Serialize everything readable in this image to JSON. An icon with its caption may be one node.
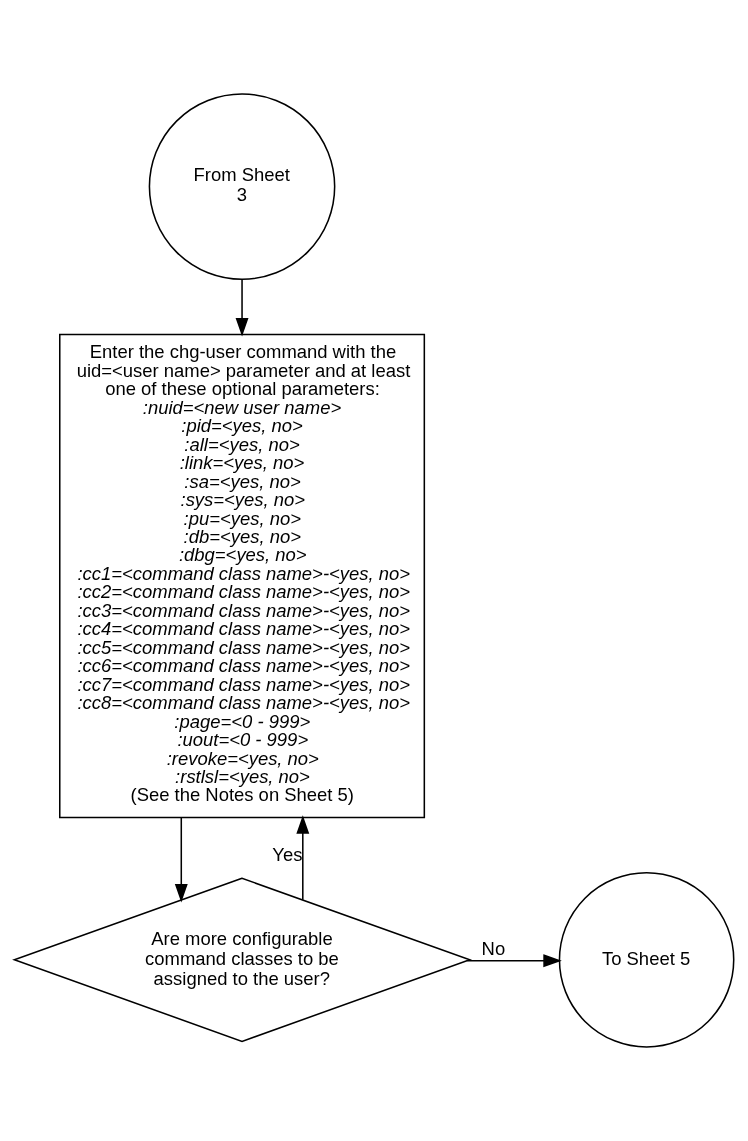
{
  "diagram": {
    "nodes": [
      {
        "text": [
          "From Sheet 3"
        ]
      },
      {
        "text": [
          "Enter the chg-user command with the uid=<user name> parameter and at least one of these optional parameters:",
          ":nuid=<new user name>",
          ":pid=<yes, no>",
          ":all=<yes, no>",
          ":link=<yes, no>",
          ":sa=<yes, no>",
          ":sys=<yes, no>",
          ":pu=<yes, no>",
          ":db=<yes, no>",
          ":dbg=<yes, no>",
          ":cc1=<command class name>-<yes, no>",
          ":cc2=<command class name>-<yes, no>",
          ":cc3=<command class name>-<yes, no>",
          ":cc4=<command class name>-<yes, no>",
          ":cc5=<command class name>-<yes, no>",
          ":cc6=<command class name>-<yes, no>",
          ":cc7=<command class name>-<yes, no>",
          ":cc8=<command class name>-<yes, no>",
          ":page=<0 - 999>",
          ":uout=<0 - 999>",
          ":revoke=<yes, no>",
          ":rstlsl=<yes, no>",
          "(See the Notes on Sheet 5)"
        ]
      },
      {
        "text": [
          "Are more configurable command classes to be assigned to the user?"
        ]
      },
      {
        "text": [
          "To Sheet 5"
        ]
      }
    ],
    "edges": [
      {
        "from": 0,
        "to": 1,
        "arrow": "to"
      },
      {
        "from": 1,
        "to": 2,
        "arrow": "to"
      },
      {
        "from": 2,
        "to": 1,
        "arrow": "to",
        "label": "Yes"
      },
      {
        "from": 2,
        "to": 3,
        "arrow": "to",
        "label": "No"
      }
    ]
  }
}
